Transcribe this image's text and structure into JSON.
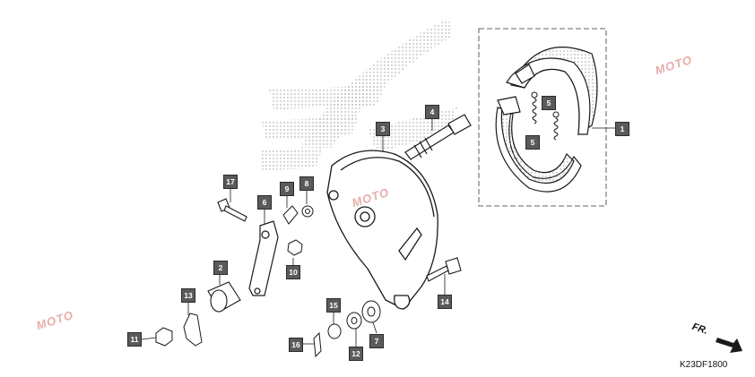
{
  "callouts": [
    {
      "id": "1",
      "label": "1"
    },
    {
      "id": "2",
      "label": "2"
    },
    {
      "id": "3",
      "label": "3"
    },
    {
      "id": "4",
      "label": "4"
    },
    {
      "id": "5a",
      "label": "5"
    },
    {
      "id": "5b",
      "label": "5"
    },
    {
      "id": "6",
      "label": "6"
    },
    {
      "id": "7",
      "label": "7"
    },
    {
      "id": "8",
      "label": "8"
    },
    {
      "id": "9",
      "label": "9"
    },
    {
      "id": "10",
      "label": "10"
    },
    {
      "id": "11",
      "label": "11"
    },
    {
      "id": "12",
      "label": "12"
    },
    {
      "id": "13",
      "label": "13"
    },
    {
      "id": "14",
      "label": "14"
    },
    {
      "id": "15",
      "label": "15"
    },
    {
      "id": "16",
      "label": "16"
    },
    {
      "id": "17",
      "label": "17"
    }
  ],
  "front_indicator": "FR.",
  "diagram_code": "K23DF1800",
  "watermark_text": "MOTO",
  "colors": {
    "callout_fill": "#5a5a5a",
    "line": "#1a1a1a",
    "watermark": "#d26b62"
  }
}
